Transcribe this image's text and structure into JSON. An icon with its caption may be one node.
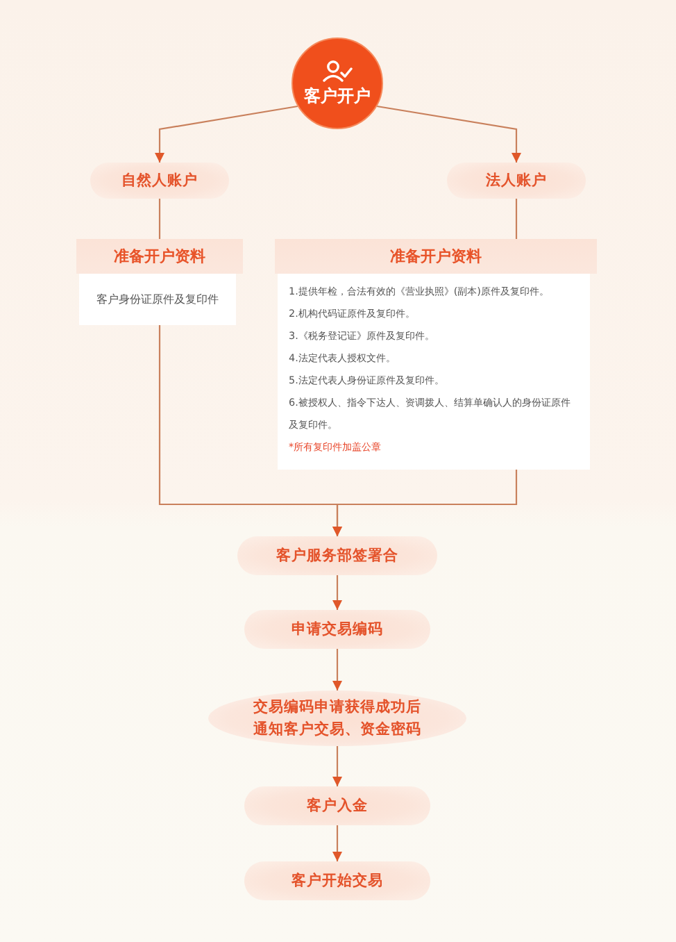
{
  "diagram": {
    "nodes": [
      {
        "text": [
          "客户开户"
        ]
      },
      {
        "text": [
          "自然人账户"
        ]
      },
      {
        "text": [
          "法人账户"
        ]
      },
      {
        "text": [
          "准备开户资料",
          "客户身份证原件及复印件"
        ]
      },
      {
        "text": [
          "准备开户资料",
          "1.提供年检，合法有效的《营业执照》(副本)原件及复印件。",
          "2.机构代码证原件及复印件。",
          "3.《税务登记证》原件及复印件。",
          "4.法定代表人授权文件。",
          "5.法定代表人身份证原件及复印件。",
          "6.被授权人、指令下达人、资调拨人、结算单确认人的身份证原件及复印件。",
          "*所有复印件加盖公章"
        ]
      },
      {
        "text": [
          "客户服务部签署合"
        ]
      },
      {
        "text": [
          "申请交易编码"
        ]
      },
      {
        "text": [
          "交易编码申请获得成功后通知客户交易、资金密码"
        ]
      },
      {
        "text": [
          "客户入金"
        ]
      },
      {
        "text": [
          "客户开始交易"
        ]
      }
    ],
    "edges": [
      {
        "from": 0,
        "to": 1,
        "arrow": "to"
      },
      {
        "from": 0,
        "to": 2,
        "arrow": "to"
      },
      {
        "from": 1,
        "to": 3,
        "arrow": "none"
      },
      {
        "from": 2,
        "to": 4,
        "arrow": "none"
      },
      {
        "from": 3,
        "to": 5,
        "arrow": "to"
      },
      {
        "from": 4,
        "to": 5,
        "arrow": "to"
      },
      {
        "from": 5,
        "to": 6,
        "arrow": "to"
      },
      {
        "from": 6,
        "to": 7,
        "arrow": "to"
      },
      {
        "from": 7,
        "to": 8,
        "arrow": "to"
      },
      {
        "from": 8,
        "to": 9,
        "arrow": "to"
      }
    ]
  }
}
